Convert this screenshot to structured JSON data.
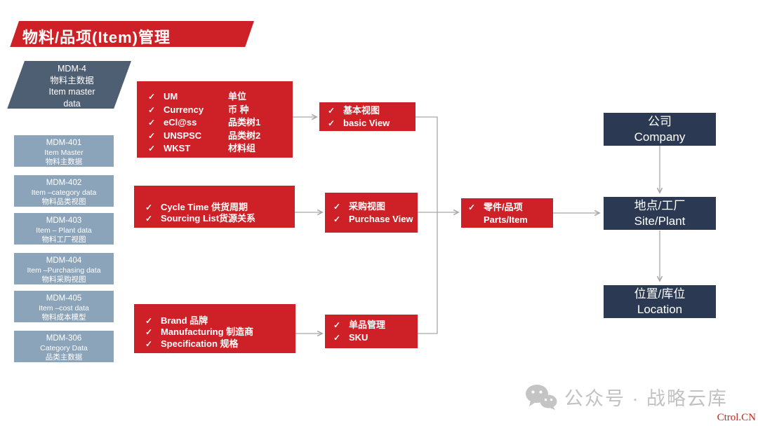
{
  "title": "物料/品项(Item)管理",
  "icons": {
    "check": "✓"
  },
  "source_shape": {
    "lines": [
      "MDM-4",
      "物料主数据",
      "Item master",
      "data"
    ]
  },
  "mdm_boxes": [
    {
      "code": "MDM-401",
      "en": "Item Master",
      "zh": "物料主数据"
    },
    {
      "code": "MDM-402",
      "en": "Item –category data",
      "zh": "物料品类视图"
    },
    {
      "code": "MDM-403",
      "en": "Item – Plant data",
      "zh": "物料工厂视图"
    },
    {
      "code": "MDM-404",
      "en": "Item –Purchasing data",
      "zh": "物料采购视图"
    },
    {
      "code": "MDM-405",
      "en": "Item –cost data",
      "zh": "物料成本模型"
    },
    {
      "code": "MDM-306",
      "en": "Category Data",
      "zh": "品类主数据"
    }
  ],
  "checklists": [
    {
      "items": [
        {
          "en": "UM",
          "zh": "单位"
        },
        {
          "en": "Currency",
          "zh": "币 种"
        },
        {
          "en": "eCl@ss",
          "zh": "品类树1"
        },
        {
          "en": "UNSPSC",
          "zh": "品类树2"
        },
        {
          "en": "WKST",
          "zh": "材料组"
        }
      ]
    },
    {
      "items": [
        "Cycle Time 供货周期",
        "Sourcing List货源关系"
      ]
    },
    {
      "items": [
        "Brand 品牌",
        "Manufacturing 制造商",
        "Specification 规格"
      ]
    }
  ],
  "views": [
    {
      "lines": [
        "基本视图",
        "basic View"
      ]
    },
    {
      "lines": [
        "采购视图",
        "Purchase View"
      ]
    },
    {
      "lines": [
        "单品管理",
        "SKU"
      ]
    }
  ],
  "parts_box": {
    "line1": "零件/品项",
    "line2": "Parts/Item"
  },
  "hierarchy": [
    {
      "zh": "公司",
      "en": "Company"
    },
    {
      "zh": "地点/工厂",
      "en": "Site/Plant"
    },
    {
      "zh": "位置/库位",
      "en": "Location"
    }
  ],
  "watermark": {
    "icon": "wechat-icon",
    "text": "公众号 · 战略云库"
  },
  "footer": {
    "brand": "Ctrol.CN"
  },
  "colors": {
    "red": "#ce2127",
    "slate": "#4e5f73",
    "grayblue": "#8ca4ba",
    "navy": "#2b3a52",
    "line": "#a8a8a8",
    "wm": "#c2c2c2",
    "brand": "#c0271a"
  }
}
